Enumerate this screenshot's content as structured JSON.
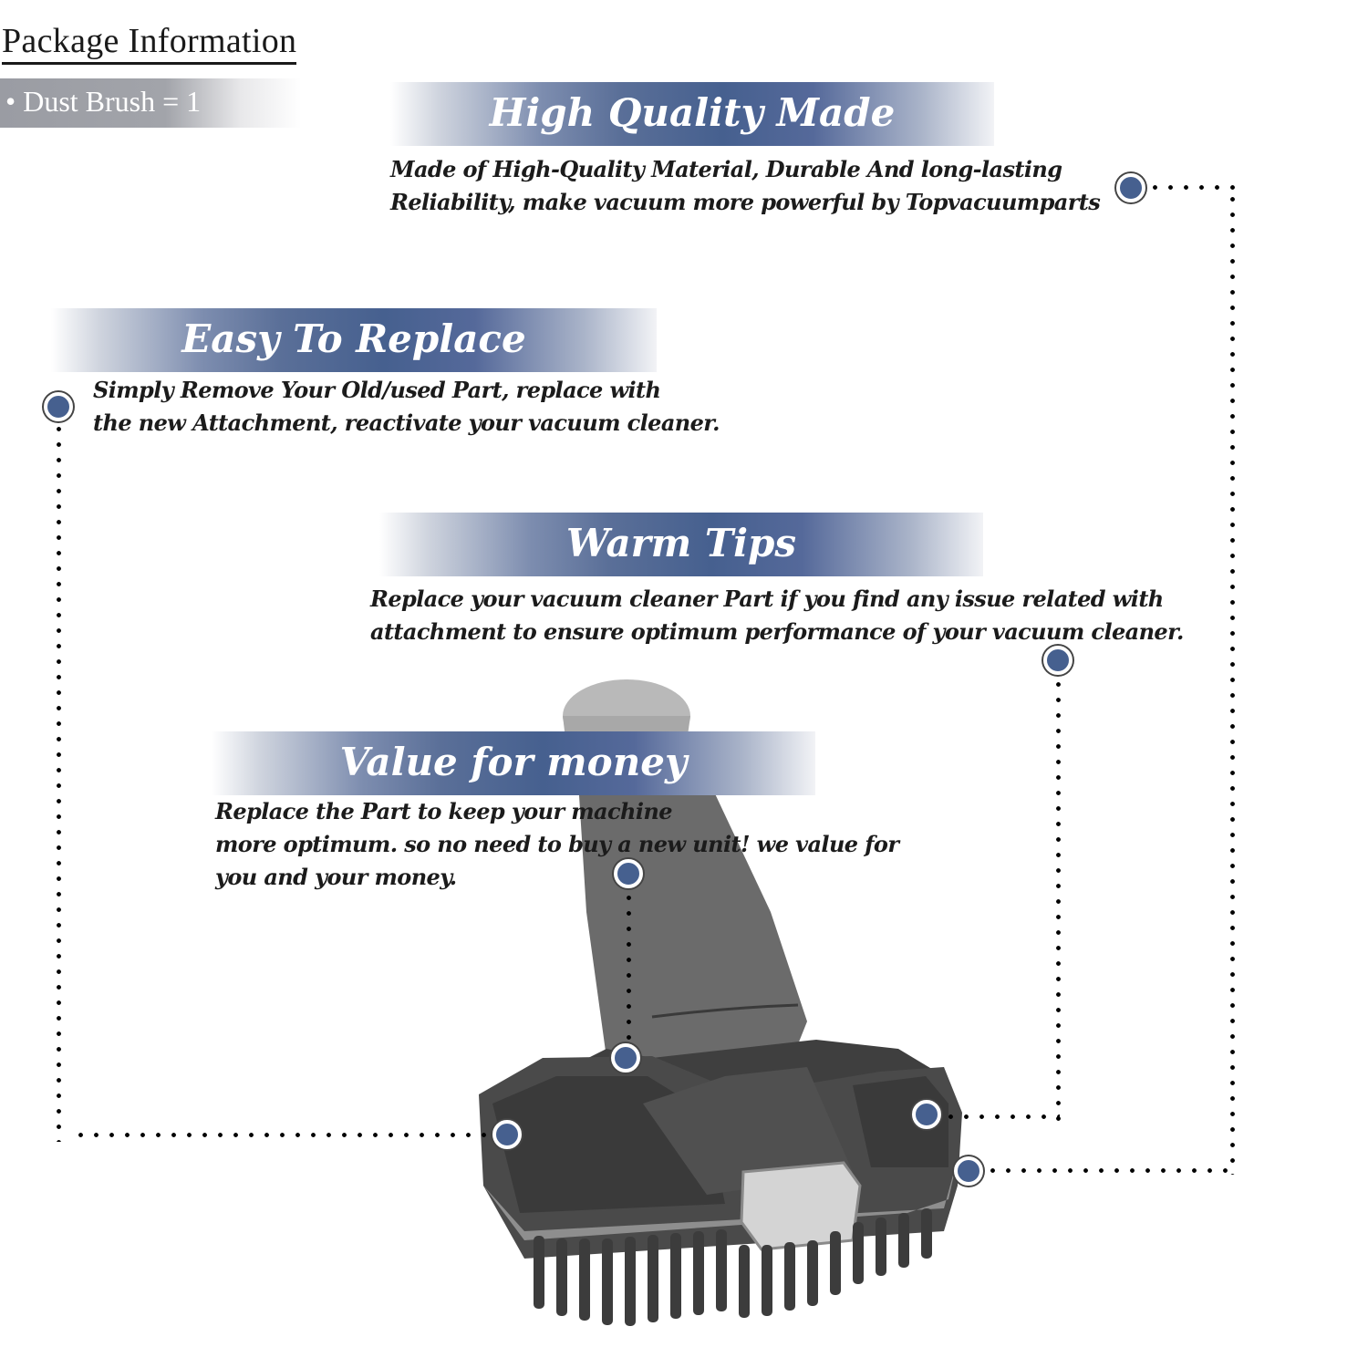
{
  "package": {
    "title": "Package Information",
    "item": "• Dust Brush = 1"
  },
  "features": [
    {
      "title": "High Quality Made",
      "lines": [
        "Made of  High-Quality Material, Durable And long-lasting",
        "Reliability, make vacuum more powerful by Topvacuumparts"
      ]
    },
    {
      "title": "Easy To Replace",
      "lines": [
        "Simply Remove Your Old/used Part, replace with",
        "the new Attachment, reactivate your vacuum cleaner."
      ]
    },
    {
      "title": "Warm Tips",
      "lines": [
        "Replace your vacuum cleaner Part if you find any issue related with",
        " attachment to ensure optimum performance of your vacuum cleaner."
      ]
    },
    {
      "title": "Value for money",
      "lines": [
        "Replace the Part to keep your machine",
        "more optimum. so no need to buy a new unit! we value for",
        "you and your money."
      ]
    }
  ],
  "product": {
    "name": "dust-brush-attachment",
    "icon": "vacuum-brush-icon"
  },
  "colors": {
    "banner_blue": "#46608f",
    "marker_blue": "#46608f",
    "text": "#1b1b1b",
    "package_bar": "#9a9ca3"
  }
}
